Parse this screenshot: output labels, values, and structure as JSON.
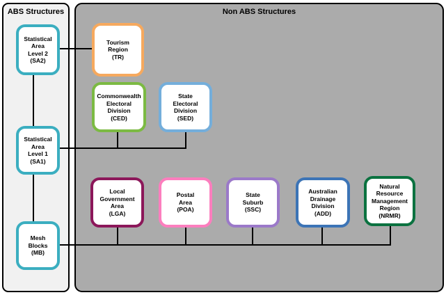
{
  "diagram": {
    "abs_panel": {
      "title": "ABS Structures",
      "bg_color": "#F1F1F1",
      "boxes": [
        {
          "id": "sa2",
          "label": "Statistical\nArea\nLevel 2\n(SA2)",
          "border_color": "#3BAEC0"
        },
        {
          "id": "sa1",
          "label": "Statistical\nArea\nLevel 1\n(SA1)",
          "border_color": "#3BAEC0"
        },
        {
          "id": "mb",
          "label": "Mesh\nBlocks\n(MB)",
          "border_color": "#3BAEC0"
        }
      ]
    },
    "non_abs_panel": {
      "title": "Non ABS Structures",
      "bg_color": "#ABABAB",
      "boxes": [
        {
          "id": "tr",
          "label": "Tourism\nRegion\n(TR)",
          "border_color": "#F6A95E"
        },
        {
          "id": "ced",
          "label": "Commonwealth\nElectoral\nDivision\n(CED)",
          "border_color": "#7CBA43"
        },
        {
          "id": "sed",
          "label": "State\nElectoral\nDivision\n(SED)",
          "border_color": "#74AEDB"
        },
        {
          "id": "lga",
          "label": "Local\nGovernment\nArea\n(LGA)",
          "border_color": "#8C175A"
        },
        {
          "id": "poa",
          "label": "Postal\nArea\n(POA)",
          "border_color": "#FC7EBE"
        },
        {
          "id": "ssc",
          "label": "State\nSuburb\n(SSC)",
          "border_color": "#9B79C9"
        },
        {
          "id": "add",
          "label": "Australian\nDrainage\nDivision\n(ADD)",
          "border_color": "#3C74B6"
        },
        {
          "id": "nrmr",
          "label": "Natural\nResource\nManagement\nRegion\n(NRMR)",
          "border_color": "#0B7240"
        }
      ]
    },
    "connector_color": "#000000",
    "node_bg_color": "#FFFFFF"
  }
}
